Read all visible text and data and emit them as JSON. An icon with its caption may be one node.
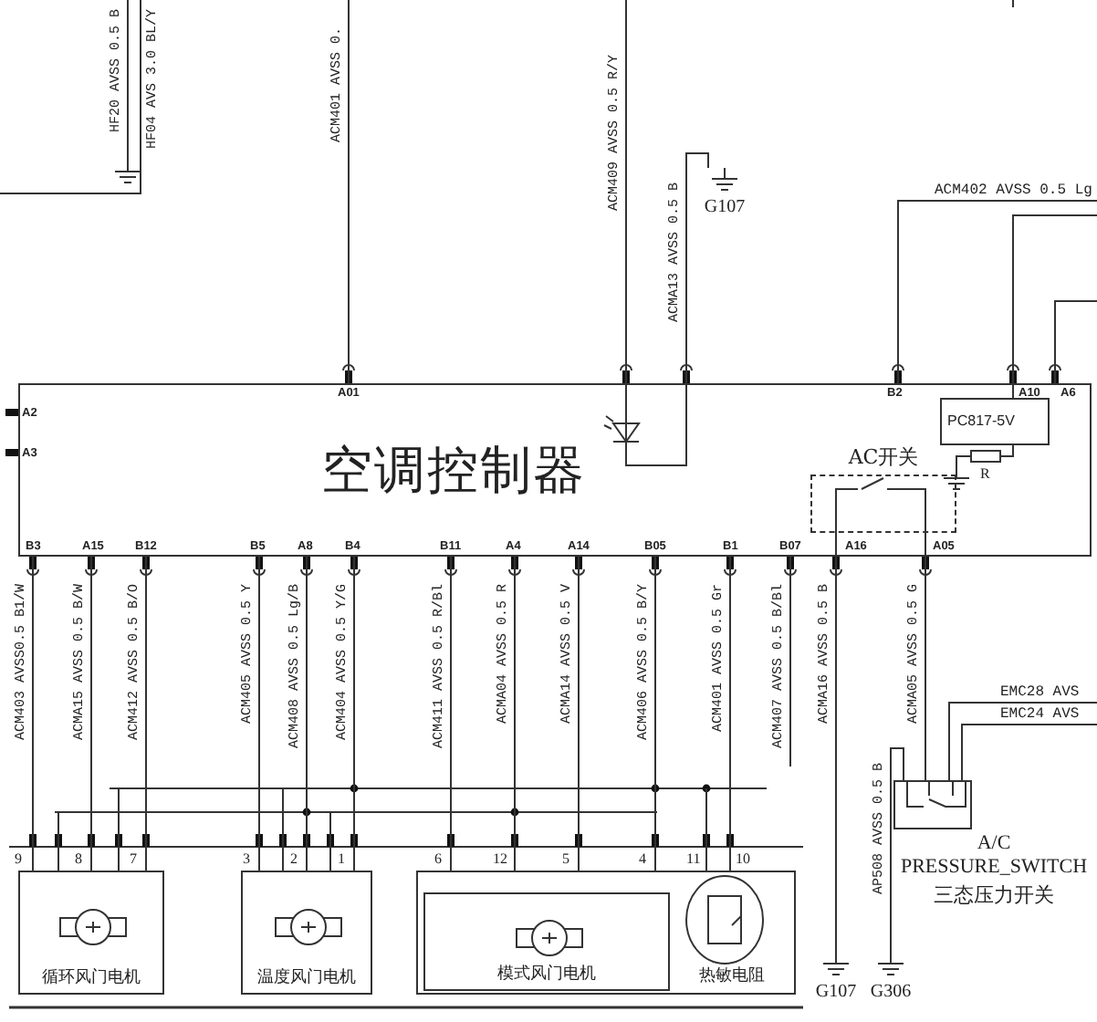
{
  "diagram": {
    "nodes": [
      {
        "text": [
          "空调控制器"
        ]
      },
      {
        "text": [
          "AC开关"
        ],
        "in": 0
      },
      {
        "text": [
          "PC817-5V"
        ],
        "in": 0
      },
      {
        "text": [
          "G107"
        ]
      },
      {
        "text": [
          "循环风门电机"
        ]
      },
      {
        "text": [
          "温度风门电机"
        ]
      },
      {
        "text": [],
        "shape": "box"
      },
      {
        "text": [
          "模式风门电机"
        ],
        "in": 6
      },
      {
        "text": [
          "热敏电阻"
        ],
        "in": 6
      },
      {
        "text": [
          "A/C PRESSURE_SWITCH",
          "三态压力开关"
        ]
      },
      {
        "text": [
          "G107"
        ]
      },
      {
        "text": [
          "G306"
        ]
      }
    ],
    "edges": [
      {
        "from": null,
        "to": 0,
        "arrow": "none",
        "label": "ACM401 AVSS 0."
      },
      {
        "from": null,
        "to": 0,
        "arrow": "none",
        "label": "ACM409 AVSS 0.5 R/Y"
      },
      {
        "from": 0,
        "to": 3,
        "arrow": "none",
        "label": "ACMA13 AVSS 0.5 B"
      },
      {
        "from": null,
        "to": 0,
        "arrow": "none",
        "label": "ACM402 AVSS 0.5 Lg"
      },
      {
        "from": null,
        "to": 0,
        "arrow": "none"
      },
      {
        "from": null,
        "to": 0,
        "arrow": "none"
      },
      {
        "from": 0,
        "to": 4,
        "arrow": "none",
        "label": "ACM403 AVSS0.5 B1/W"
      },
      {
        "from": 0,
        "to": 4,
        "arrow": "none",
        "label": "ACMA15 AVSS 0.5 B/W"
      },
      {
        "from": 0,
        "to": 4,
        "arrow": "none",
        "label": "ACM412 AVSS 0.5 B/O"
      },
      {
        "from": 0,
        "to": 5,
        "arrow": "none",
        "label": "ACM405 AVSS 0.5 Y"
      },
      {
        "from": 0,
        "to": 5,
        "arrow": "none",
        "label": "ACM408 AVSS 0.5 Lg/B"
      },
      {
        "from": 0,
        "to": 5,
        "arrow": "none",
        "label": "ACM404 AVSS 0.5 Y/G"
      },
      {
        "from": 0,
        "to": 6,
        "arrow": "none",
        "label": "ACM411 AVSS 0.5 R/Bl"
      },
      {
        "from": 0,
        "to": 6,
        "arrow": "none",
        "label": "ACMA04 AVSS 0.5 R"
      },
      {
        "from": 0,
        "to": 6,
        "arrow": "none",
        "label": "ACMA14 AVSS 0.5 V"
      },
      {
        "from": 0,
        "to": 6,
        "arrow": "none",
        "label": "ACM406 AVSS 0.5 B/Y"
      },
      {
        "from": 0,
        "to": 6,
        "arrow": "none",
        "label": "ACM401 AVSS 0.5 Gr"
      },
      {
        "from": 0,
        "to": null,
        "arrow": "none",
        "label": "ACM407 AVSS 0.5 B/Bl"
      },
      {
        "from": 0,
        "to": 10,
        "arrow": "none",
        "label": "ACMA16 AVSS 0.5 B"
      },
      {
        "from": 0,
        "to": 9,
        "arrow": "none",
        "label": "ACMA05 AVSS 0.5 G"
      },
      {
        "from": null,
        "to": 9,
        "arrow": "none",
        "label": "EMC28 AVS"
      },
      {
        "from": null,
        "to": 9,
        "arrow": "none",
        "label": "EMC24 AVS"
      },
      {
        "from": 9,
        "to": 11,
        "arrow": "none",
        "label": "AP508 AVSS 0.5 B"
      }
    ],
    "labels": [
      "HF20 AVSS 0.5 B",
      "HF04 AVS 3.0 BL/Y",
      "A01",
      "B2",
      "A10",
      "A6",
      "A2",
      "A3",
      "B3",
      "A15",
      "B12",
      "B5",
      "A8",
      "B4",
      "B11",
      "A4",
      "A14",
      "B05",
      "B1",
      "B07",
      "A16",
      "A05",
      "R",
      "9",
      "8",
      "7",
      "3",
      "2",
      "1",
      "6",
      "12",
      "5",
      "4",
      "11",
      "10"
    ]
  }
}
